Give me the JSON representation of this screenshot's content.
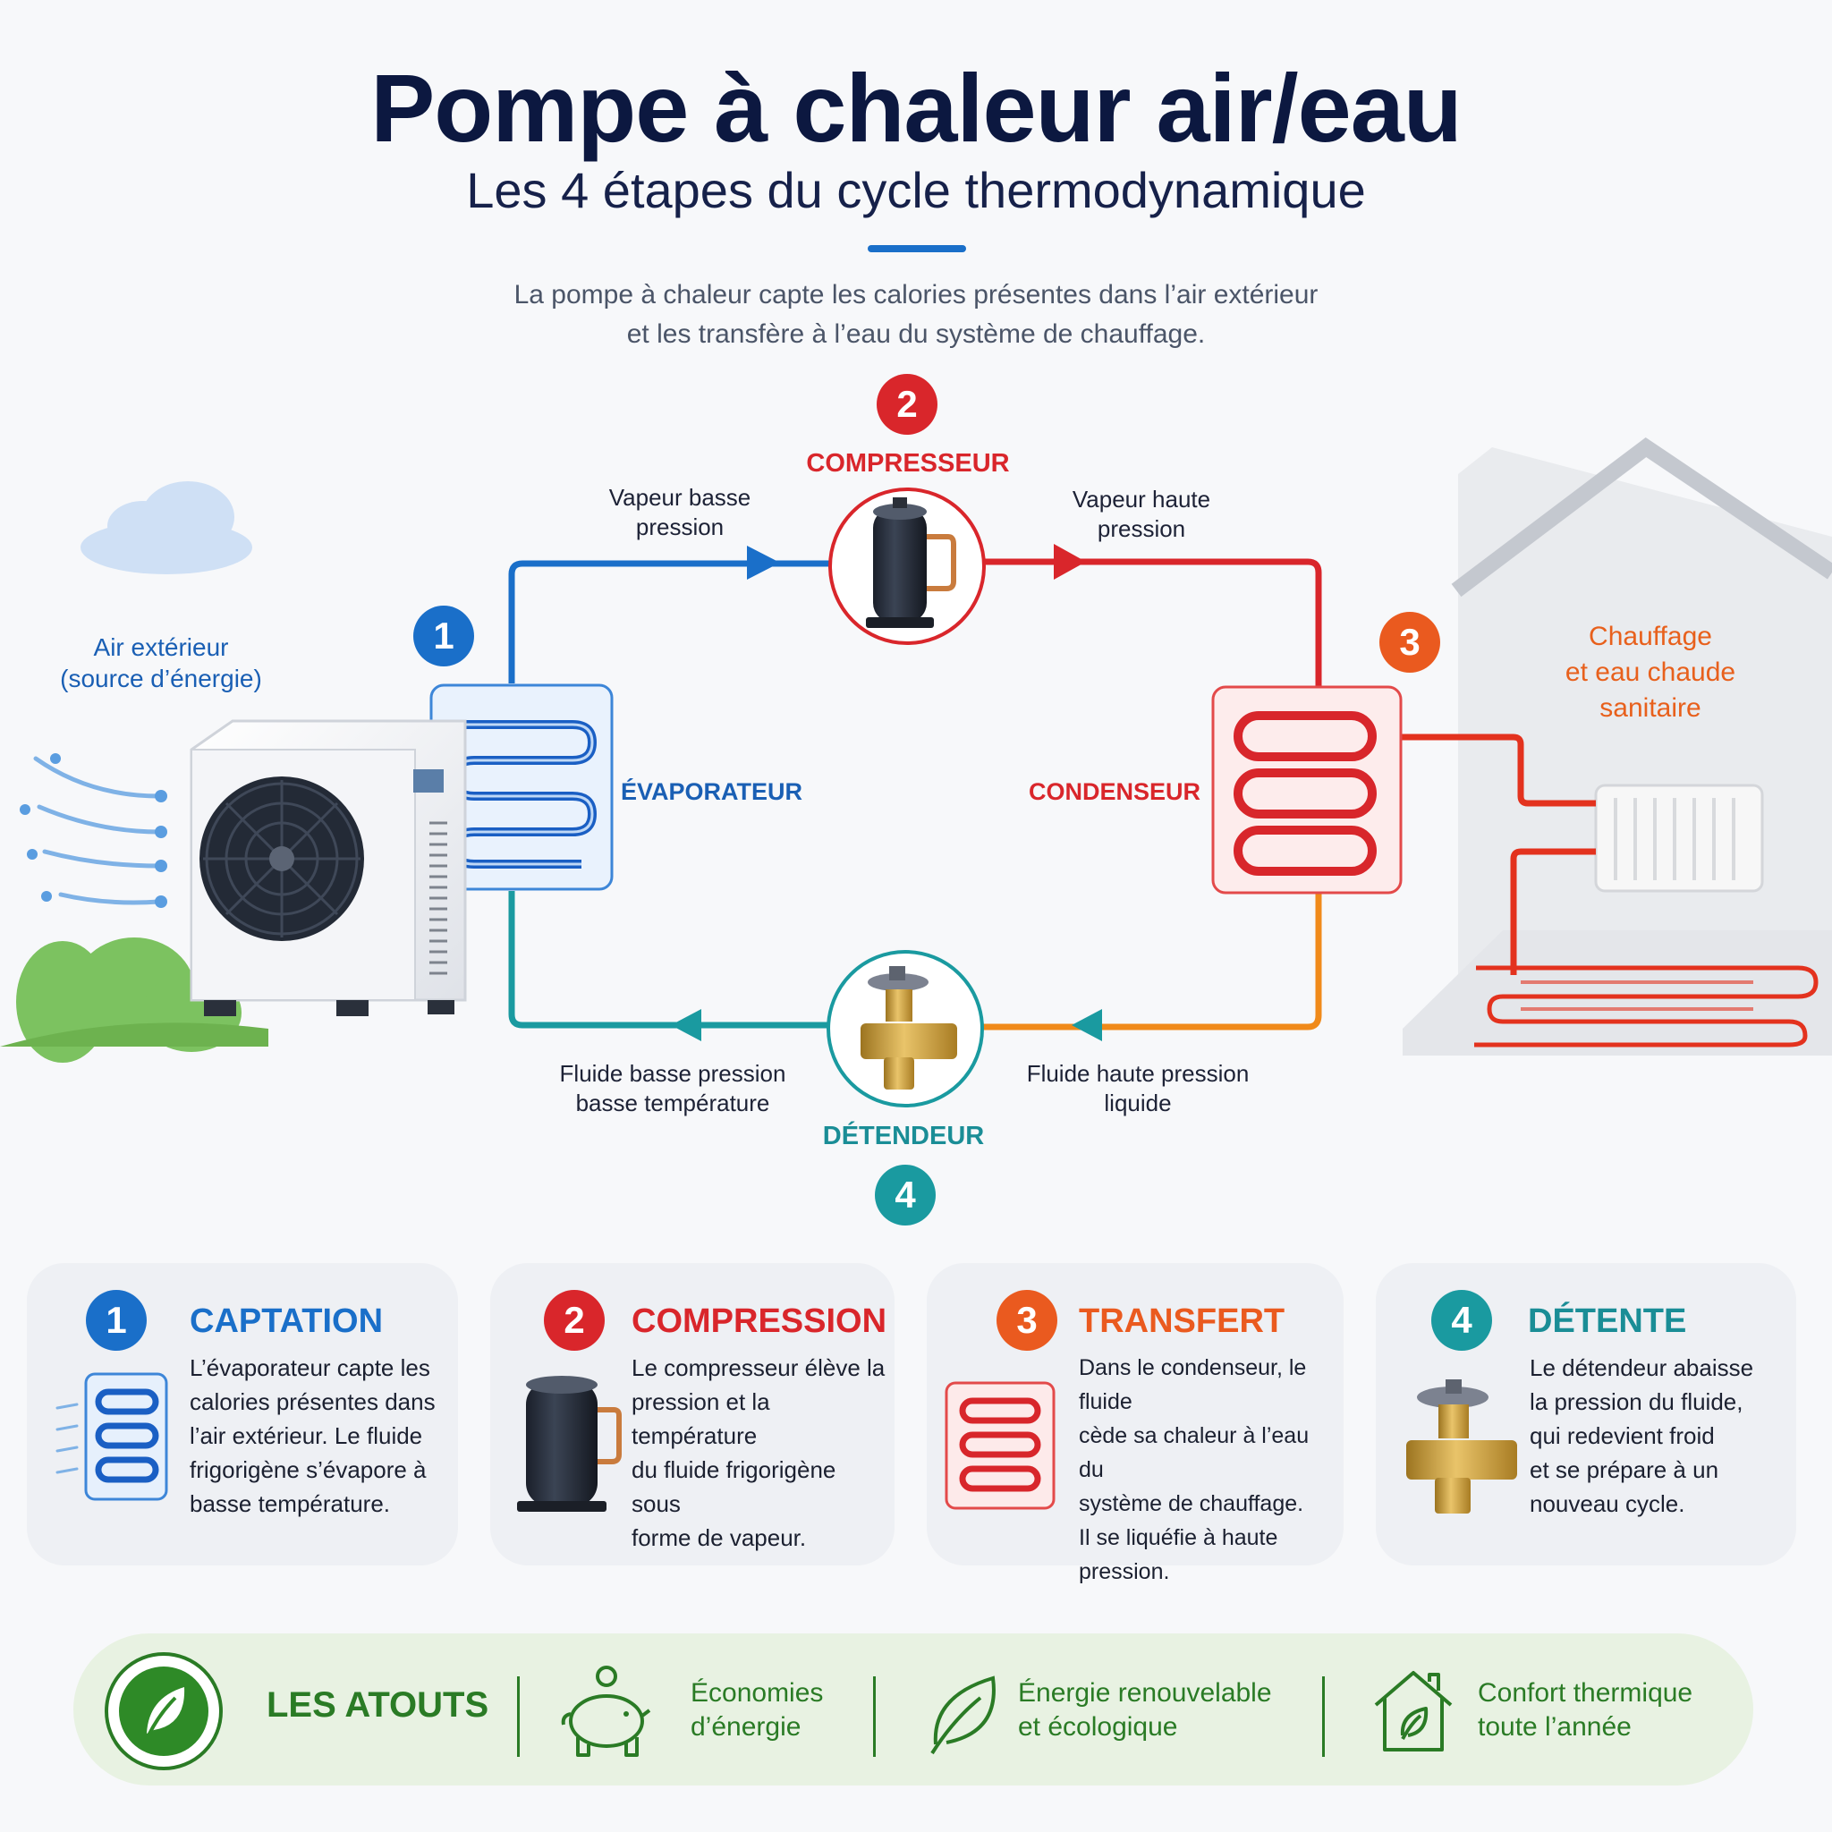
{
  "header": {
    "title": "Pompe à chaleur air/eau",
    "subtitle": "Les 4 étapes du cycle thermodynamique",
    "intro_line1": "La pompe à chaleur capte les calories présentes dans l’air extérieur",
    "intro_line2": "et les transfère à l’eau du système de chauffage."
  },
  "colors": {
    "blue": "#1a6fc9",
    "red": "#d9262b",
    "orange": "#ea5a1f",
    "teal": "#1a9aa0",
    "green": "#2a7b25",
    "navy": "#0c1840"
  },
  "diagram": {
    "outdoor_air_line1": "Air extérieur",
    "outdoor_air_line2": "(source d’énergie)",
    "house_label_line1": "Chauffage",
    "house_label_line2": "et eau chaude",
    "house_label_line3": "sanitaire",
    "evaporator": {
      "number": "1",
      "label": "ÉVAPORATEUR"
    },
    "compressor": {
      "number": "2",
      "label": "COMPRESSEUR"
    },
    "condenser": {
      "number": "3",
      "label": "CONDENSEUR"
    },
    "expansion_valve": {
      "number": "4",
      "label": "DÉTENDEUR"
    },
    "flow_low_vapor_line1": "Vapeur basse",
    "flow_low_vapor_line2": "pression",
    "flow_high_vapor_line1": "Vapeur haute",
    "flow_high_vapor_line2": "pression",
    "flow_low_fluid_line1": "Fluide basse pression",
    "flow_low_fluid_line2": "basse température",
    "flow_high_fluid_line1": "Fluide haute pression",
    "flow_high_fluid_line2": "liquide"
  },
  "cards": [
    {
      "number": "1",
      "title": "CAPTATION",
      "lines": [
        "L’évaporateur capte les",
        "calories présentes dans",
        "l’air extérieur. Le fluide",
        "frigorigène s’évapore à",
        "basse température."
      ],
      "icon": "evaporator-icon"
    },
    {
      "number": "2",
      "title": "COMPRESSION",
      "lines": [
        "Le compresseur élève la",
        "pression et la température",
        "du fluide frigorigène sous",
        "forme de vapeur."
      ],
      "icon": "compressor-icon"
    },
    {
      "number": "3",
      "title": "TRANSFERT",
      "lines": [
        "Dans le condenseur, le fluide",
        "cède sa chaleur à l’eau du",
        "système de chauffage.",
        "Il se liquéfie à haute",
        "pression."
      ],
      "icon": "condenser-icon"
    },
    {
      "number": "4",
      "title": "DÉTENTE",
      "lines": [
        "Le détendeur abaisse",
        "la pression du fluide,",
        "qui redevient froid",
        "et se prépare à un",
        "nouveau cycle."
      ],
      "icon": "expansion-valve-icon"
    }
  ],
  "atouts": {
    "title": "LES ATOUTS",
    "items": [
      {
        "line1": "Économies",
        "line2": "d’énergie",
        "icon": "piggy-bank-icon"
      },
      {
        "line1": "Énergie renouvelable",
        "line2": "et écologique",
        "icon": "leaf-icon"
      },
      {
        "line1": "Confort thermique",
        "line2": "toute l’année",
        "icon": "house-leaf-icon"
      }
    ]
  }
}
